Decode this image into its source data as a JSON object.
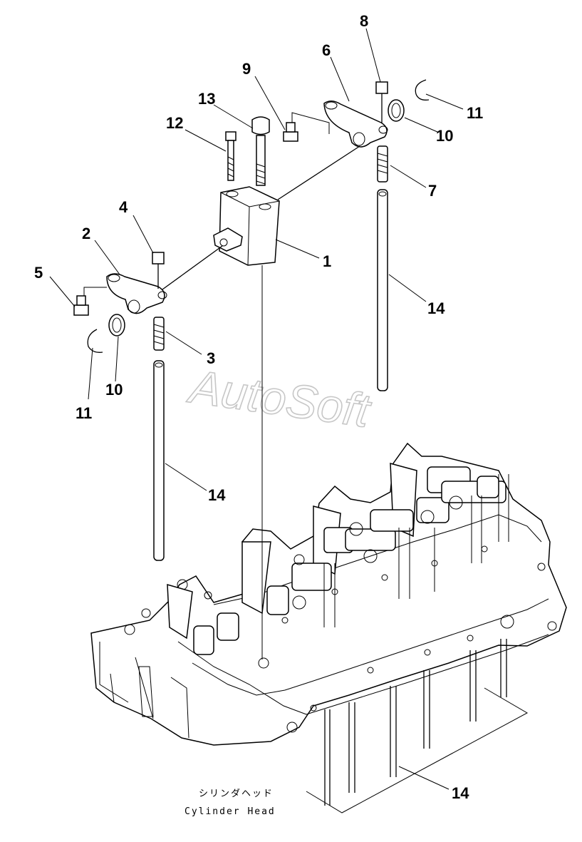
{
  "diagram": {
    "watermark": "AutoSoft",
    "caption_jp": "シリンダヘッド",
    "caption_en": "Cylinder Head",
    "callouts": [
      {
        "id": "c1",
        "text": "1"
      },
      {
        "id": "c2",
        "text": "2"
      },
      {
        "id": "c3",
        "text": "3"
      },
      {
        "id": "c4",
        "text": "4"
      },
      {
        "id": "c5",
        "text": "5"
      },
      {
        "id": "c6",
        "text": "6"
      },
      {
        "id": "c7",
        "text": "7"
      },
      {
        "id": "c8",
        "text": "8"
      },
      {
        "id": "c9",
        "text": "9"
      },
      {
        "id": "c10a",
        "text": "10"
      },
      {
        "id": "c10b",
        "text": "10"
      },
      {
        "id": "c11a",
        "text": "11"
      },
      {
        "id": "c11b",
        "text": "11"
      },
      {
        "id": "c12",
        "text": "12"
      },
      {
        "id": "c13",
        "text": "13"
      },
      {
        "id": "c14a",
        "text": "14"
      },
      {
        "id": "c14b",
        "text": "14"
      },
      {
        "id": "c14c",
        "text": "14"
      }
    ]
  }
}
